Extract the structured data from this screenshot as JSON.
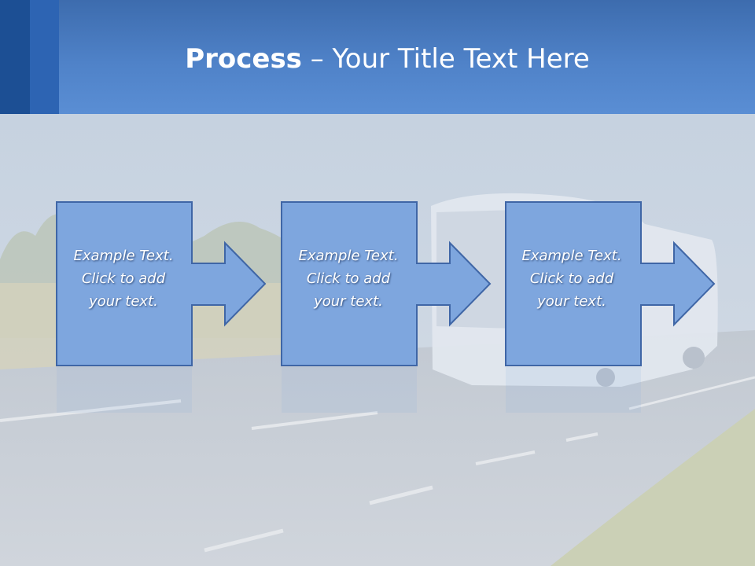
{
  "slide": {
    "title_bold": "Process",
    "title_rest": " – Your Title Text Here"
  },
  "steps": [
    {
      "line1": "Example Text.",
      "line2": "Click  to add",
      "line3": "your text."
    },
    {
      "line1": "Example Text.",
      "line2": "Click  to add",
      "line3": "your text."
    },
    {
      "line1": "Example Text.",
      "line2": "Click  to add",
      "line3": "your text."
    }
  ],
  "colors": {
    "header": "#4f82c8",
    "header_dark": "#1c4f94",
    "box_fill": "#7ea6de",
    "box_stroke": "#3f66a6",
    "text": "#ffffff"
  }
}
